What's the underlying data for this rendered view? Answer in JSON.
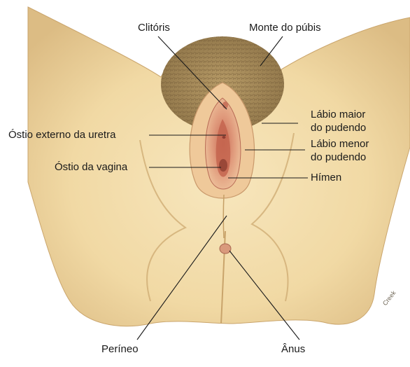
{
  "labels": {
    "clitoris": "Clitóris",
    "mons_pubis": "Monte do púbis",
    "labia_majora_line1": "Lábio maior",
    "labia_majora_line2": "do pudendo",
    "external_urethral_orifice": "Óstio externo da uretra",
    "labia_minora_line1": "Lábio menor",
    "labia_minora_line2": "do pudendo",
    "vaginal_orifice": "Óstio da vagina",
    "hymen": "Hímen",
    "perineum": "Períneo",
    "anus": "Ânus"
  },
  "credit": "Creek",
  "colors": {
    "skin": "#f1d9a4",
    "skin_shadow": "#d8b679",
    "hair": "#a08858",
    "mucosa": "#e6a07f",
    "vestibule": "#d27a64",
    "leader_line": "#1a1a1a"
  }
}
